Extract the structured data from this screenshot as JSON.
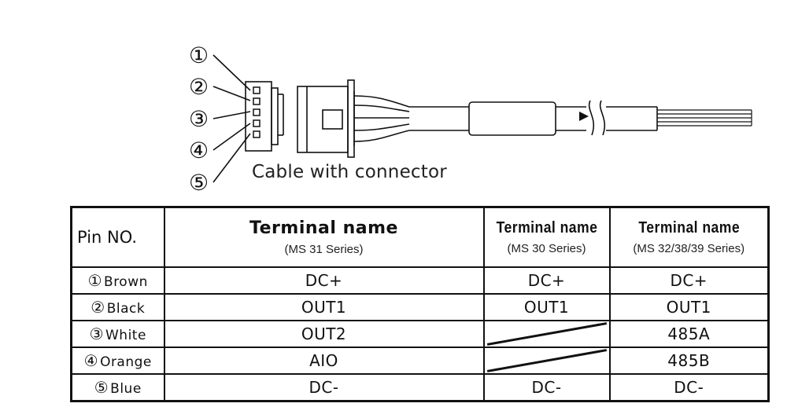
{
  "diagram": {
    "caption": "Cable with connector",
    "pin_callouts": [
      "①",
      "②",
      "③",
      "④",
      "⑤"
    ]
  },
  "table": {
    "pin_header": "Pin NO.",
    "columns": [
      {
        "title": "Terminal name",
        "subtitle": "(MS 31 Series)"
      },
      {
        "title": "Terminal name",
        "subtitle": "(MS 30 Series)"
      },
      {
        "title": "Terminal name",
        "subtitle": "(MS 32/38/39 Series)"
      }
    ],
    "rows": [
      {
        "num": "①",
        "color": "Brown",
        "cells": [
          "DC+",
          "DC+",
          "DC+"
        ]
      },
      {
        "num": "②",
        "color": "Black",
        "cells": [
          "OUT1",
          "OUT1",
          "OUT1"
        ]
      },
      {
        "num": "③",
        "color": "White",
        "cells": [
          "OUT2",
          null,
          "485A"
        ]
      },
      {
        "num": "④",
        "color": "Orange",
        "cells": [
          "AIO",
          null,
          "485B"
        ]
      },
      {
        "num": "⑤",
        "color": "Blue",
        "cells": [
          "DC-",
          "DC-",
          "DC-"
        ]
      }
    ]
  }
}
